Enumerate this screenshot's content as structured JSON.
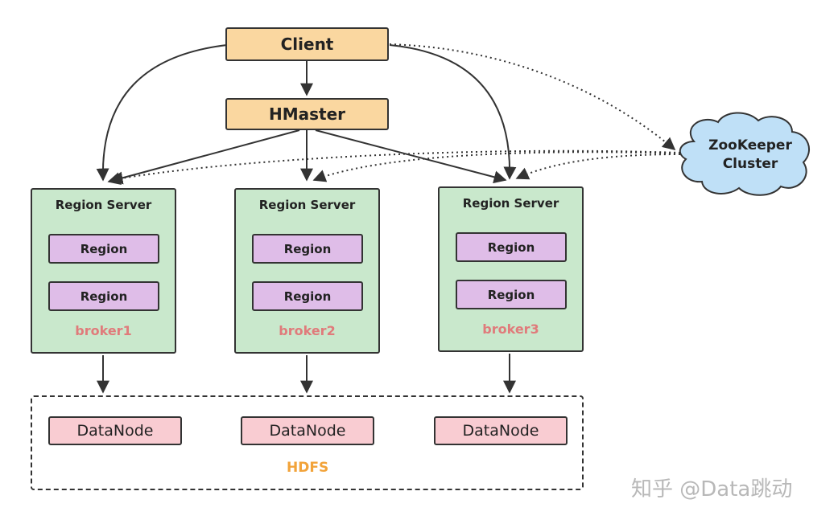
{
  "client_label": "Client",
  "hmaster_label": "HMaster",
  "zookeeper": {
    "line1": "ZooKeeper",
    "line2": "Cluster"
  },
  "region_servers": [
    {
      "title": "Region Server",
      "regions": [
        "Region",
        "Region"
      ],
      "broker": "broker1"
    },
    {
      "title": "Region Server",
      "regions": [
        "Region",
        "Region"
      ],
      "broker": "broker2"
    },
    {
      "title": "Region Server",
      "regions": [
        "Region",
        "Region"
      ],
      "broker": "broker3"
    }
  ],
  "hdfs": {
    "label": "HDFS",
    "datanodes": [
      "DataNode",
      "DataNode",
      "DataNode"
    ]
  },
  "watermark": "知乎 @Data跳动",
  "colors": {
    "client_fill": "#fad7a0",
    "region_server_fill": "#c9e8cc",
    "region_fill": "#dfbde8",
    "datanode_fill": "#f9ccd2",
    "zookeeper_fill": "#bfe0f7",
    "broker_text": "#e07b7b",
    "hdfs_text": "#f2a33a"
  }
}
